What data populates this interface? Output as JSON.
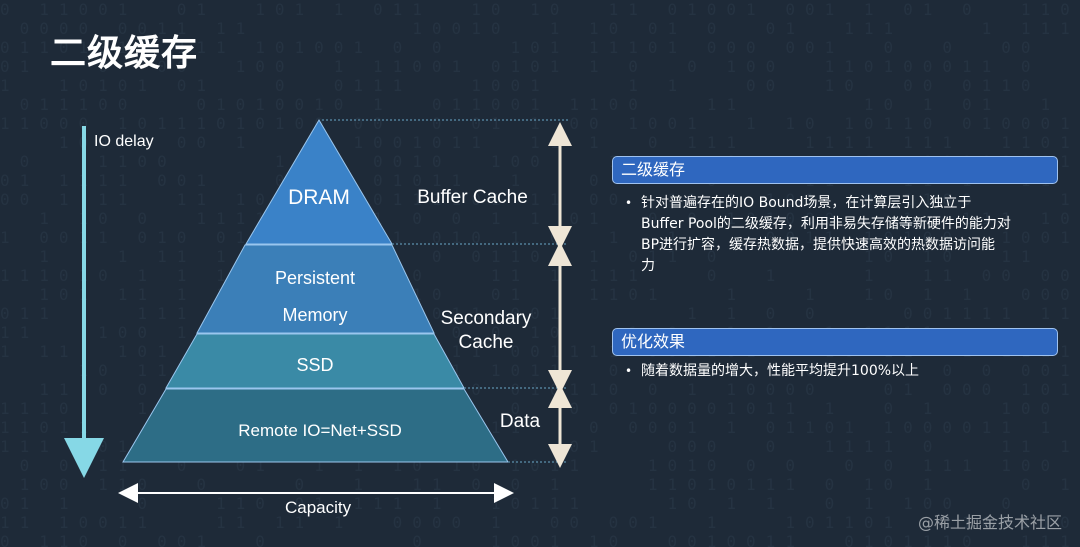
{
  "title": "二级缓存",
  "axis": {
    "io_delay": "IO delay",
    "capacity": "Capacity"
  },
  "tiers": {
    "dram": "DRAM",
    "pm_line1": "Persistent",
    "pm_line2": "Memory",
    "ssd": "SSD",
    "remote": "Remote IO=Net+SSD"
  },
  "groups": {
    "buffer_cache": "Buffer Cache",
    "secondary_line1": "Secondary",
    "secondary_line2": "Cache",
    "data": "Data"
  },
  "panels": [
    {
      "header": "二级缓存",
      "bullets": [
        [
          "针对普遍存在的IO Bound场景，在计算层引入独立于",
          "Buffer Pool的二级缓存，利用非易失存储等新硬件的能力对",
          "BP进行扩容，缓存热数据，提供快速高效的热数据访问能",
          "力"
        ]
      ]
    },
    {
      "header": "优化效果",
      "bullets": [
        [
          "随着数据量的增大，性能平均提升100%以上"
        ]
      ]
    }
  ],
  "watermark": "@稀土掘金技术社区",
  "colors": {
    "background": "#1e2a38",
    "dram": "#3a82c8",
    "persistent_memory": "#3b7fb8",
    "ssd": "#3a8aa6",
    "remote": "#2d6d86",
    "io_arrow": "#86d8e6",
    "bracket": "#efe6d6",
    "panel_header": "#2f67bf"
  },
  "icons": [
    "arrow-down-icon",
    "double-arrow-horizontal-icon",
    "double-arrow-vertical-icon",
    "bullet-dot-icon"
  ]
}
